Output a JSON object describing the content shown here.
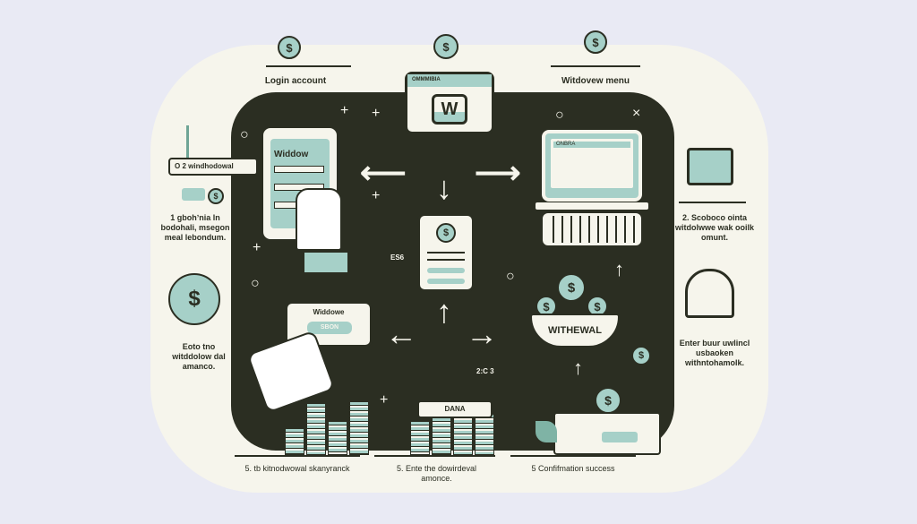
{
  "colors": {
    "background": "#e9eaf4",
    "panel": "#f6f5ec",
    "dark": "#2b2e22",
    "accent": "#a6d0c8"
  },
  "top_labels": {
    "login": "Login account",
    "menu": "Witdovew menu"
  },
  "left": {
    "speech_bubble": "O 2 windhodowal",
    "step1": "1 gbohʼnia ln bodohali, msegon meal lebondum.",
    "step4": "Eoto tno witddolow dal amanco."
  },
  "right": {
    "step2": "2. Scoboco ointa witdolwwe wak ooilk omunt.",
    "step3": "Enter buur uwlincl usbaoken withntohamolk."
  },
  "bottom": {
    "step5a": "5. tb kitnodwowal skanyranck",
    "step5b": "5. Ente the dowirdeval amonce.",
    "step5c": "5 Confifmation success"
  },
  "center": {
    "browser_header": "OMMMIBIA",
    "browser_logo": "W",
    "phone_title": "Widdow",
    "card_title": "Widdowe",
    "card_button": "SBON",
    "bowl_label": "WITHEWAL",
    "box_label": "DANA",
    "small_text_1": "ES6",
    "small_text_2": "2:C 3",
    "laptop_header": "ONBRA"
  },
  "icons": {
    "coin": "$"
  }
}
